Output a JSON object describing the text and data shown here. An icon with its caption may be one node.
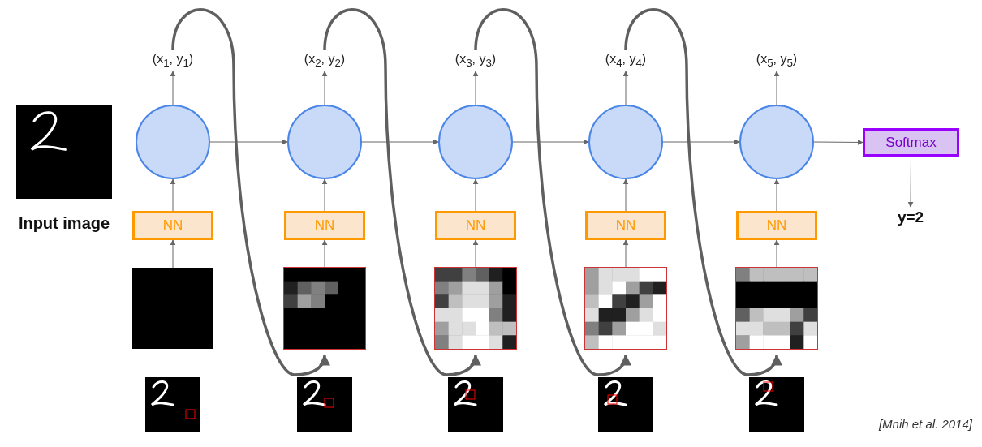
{
  "diagram": {
    "nodes": [
      {
        "text": [
          "(x$_{1}$, y$_{1}$)"
        ]
      },
      {
        "text": [
          "(x$_{2}$, y$_{2}$)"
        ]
      },
      {
        "text": [
          "(x$_{3}$, y$_{3}$)"
        ]
      },
      {
        "text": [
          "(x$_{4}$, y$_{4}$)"
        ]
      },
      {
        "text": [
          "(x$_{5}$, y$_{5}$)"
        ]
      },
      {
        "text": [],
        "shape": "picture",
        "beside": [
          "Input image"
        ]
      },
      {
        "text": [],
        "shape": "circle"
      },
      {
        "text": [],
        "shape": "circle"
      },
      {
        "text": [],
        "shape": "circle"
      },
      {
        "text": [],
        "shape": "circle"
      },
      {
        "text": [],
        "shape": "circle"
      },
      {
        "text": [
          "Softmax"
        ]
      },
      {
        "text": [
          "NN"
        ]
      },
      {
        "text": [
          "NN"
        ]
      },
      {
        "text": [
          "NN"
        ]
      },
      {
        "text": [
          "NN"
        ]
      },
      {
        "text": [
          "NN"
        ]
      },
      {
        "text": [
          "y=2"
        ]
      },
      {
        "text": [],
        "shape": "box"
      },
      {
        "text": [],
        "shape": "picture"
      },
      {
        "text": [],
        "shape": "picture"
      },
      {
        "text": [],
        "shape": "picture"
      },
      {
        "text": [],
        "shape": "picture"
      },
      {
        "text": [],
        "shape": "picture"
      },
      {
        "text": [],
        "shape": "picture"
      },
      {
        "text": [],
        "shape": "picture"
      },
      {
        "text": [],
        "shape": "picture"
      },
      {
        "text": [],
        "shape": "picture"
      }
    ],
    "edges": [
      {
        "from": 6,
        "to": 7,
        "arrow": "to"
      },
      {
        "from": 7,
        "to": 8,
        "arrow": "to"
      },
      {
        "from": 8,
        "to": 9,
        "arrow": "to"
      },
      {
        "from": 9,
        "to": 10,
        "arrow": "to"
      },
      {
        "from": 10,
        "to": 11,
        "arrow": "to"
      },
      {
        "from": 11,
        "to": 17,
        "arrow": "to"
      },
      {
        "from": 12,
        "to": 6,
        "arrow": "to"
      },
      {
        "from": 13,
        "to": 7,
        "arrow": "to"
      },
      {
        "from": 14,
        "to": 8,
        "arrow": "to"
      },
      {
        "from": 15,
        "to": 9,
        "arrow": "to"
      },
      {
        "from": 16,
        "to": 10,
        "arrow": "to"
      },
      {
        "from": 18,
        "to": 12,
        "arrow": "to"
      },
      {
        "from": 19,
        "to": 13,
        "arrow": "to"
      },
      {
        "from": 20,
        "to": 14,
        "arrow": "to"
      },
      {
        "from": 21,
        "to": 15,
        "arrow": "to"
      },
      {
        "from": 22,
        "to": 16,
        "arrow": "to"
      },
      {
        "from": 6,
        "to": 0,
        "arrow": "to"
      },
      {
        "from": 7,
        "to": 1,
        "arrow": "to"
      },
      {
        "from": 8,
        "to": 2,
        "arrow": "to"
      },
      {
        "from": 9,
        "to": 3,
        "arrow": "to"
      },
      {
        "from": 10,
        "to": 4,
        "arrow": "to"
      },
      {
        "from": 0,
        "to": 19,
        "arrow": "to",
        "style": "thick"
      },
      {
        "from": 1,
        "to": 20,
        "arrow": "to",
        "style": "thick"
      },
      {
        "from": 2,
        "to": 21,
        "arrow": "to",
        "style": "thick"
      },
      {
        "from": 3,
        "to": 22,
        "arrow": "to",
        "style": "thick"
      }
    ],
    "labels": [
      "[Mnih et al. 2014]"
    ]
  }
}
